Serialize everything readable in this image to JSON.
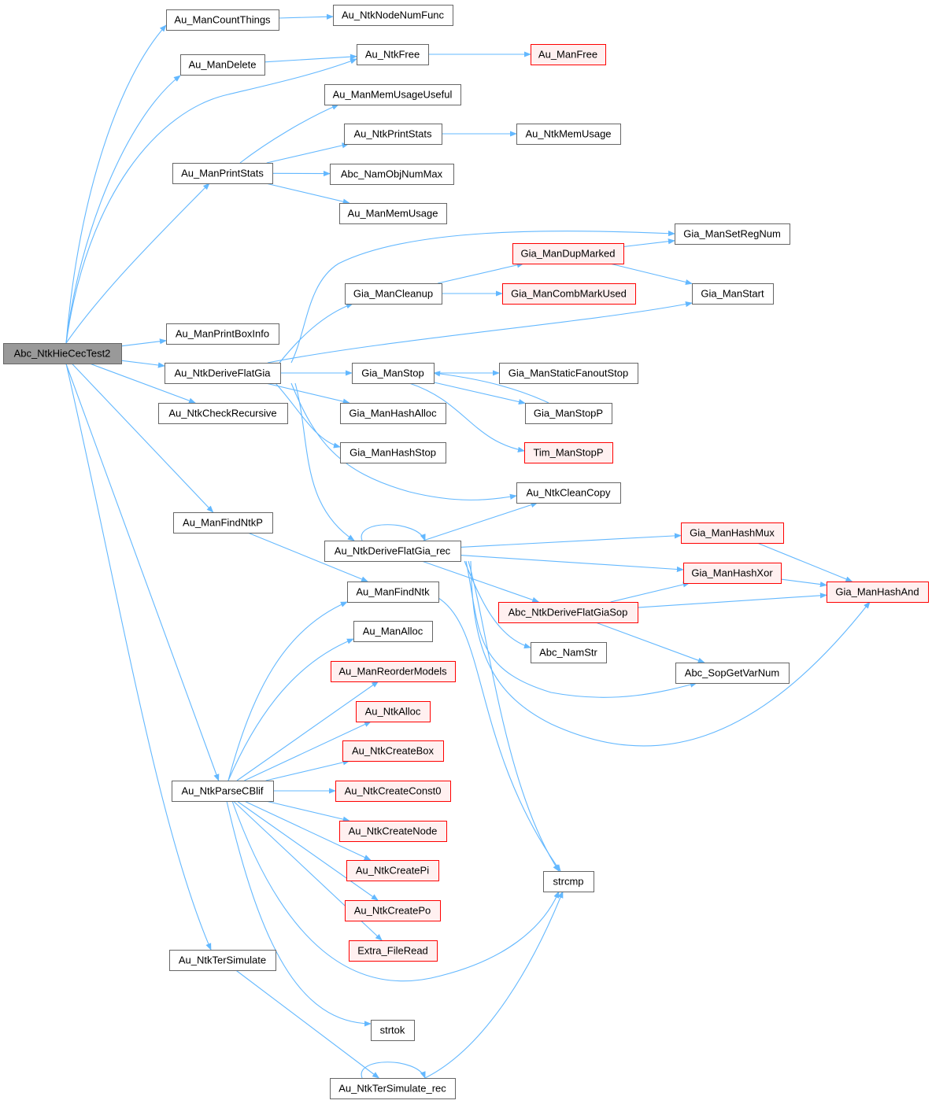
{
  "colors": {
    "edge": "#63b8ff",
    "normal_fill": "#ffffff",
    "normal_border": "#666666",
    "root_fill": "#999999",
    "root_border": "#666666",
    "red_fill": "#fff0f0",
    "red_border": "#ff0000"
  },
  "nodes": [
    {
      "id": "root",
      "label": "Abc_NtkHieCecTest2",
      "style": "root"
    },
    {
      "id": "countThings",
      "label": "Au_ManCountThings",
      "style": "normal"
    },
    {
      "id": "nodeNumFunc",
      "label": "Au_NtkNodeNumFunc",
      "style": "normal"
    },
    {
      "id": "manDelete",
      "label": "Au_ManDelete",
      "style": "normal"
    },
    {
      "id": "ntkFree",
      "label": "Au_NtkFree",
      "style": "normal"
    },
    {
      "id": "manFree",
      "label": "Au_ManFree",
      "style": "red"
    },
    {
      "id": "memUseful",
      "label": "Au_ManMemUsageUseful",
      "style": "normal"
    },
    {
      "id": "ntkPrintStats",
      "label": "Au_NtkPrintStats",
      "style": "normal"
    },
    {
      "id": "ntkMemUsage",
      "label": "Au_NtkMemUsage",
      "style": "normal"
    },
    {
      "id": "manPrintStats",
      "label": "Au_ManPrintStats",
      "style": "normal"
    },
    {
      "id": "namObjNumMax",
      "label": "Abc_NamObjNumMax",
      "style": "normal"
    },
    {
      "id": "manMemUsage",
      "label": "Au_ManMemUsage",
      "style": "normal"
    },
    {
      "id": "setRegNum",
      "label": "Gia_ManSetRegNum",
      "style": "normal"
    },
    {
      "id": "dupMarked",
      "label": "Gia_ManDupMarked",
      "style": "red"
    },
    {
      "id": "cleanup",
      "label": "Gia_ManCleanup",
      "style": "normal"
    },
    {
      "id": "combMarkUsed",
      "label": "Gia_ManCombMarkUsed",
      "style": "red"
    },
    {
      "id": "giaStart",
      "label": "Gia_ManStart",
      "style": "normal"
    },
    {
      "id": "printBoxInfo",
      "label": "Au_ManPrintBoxInfo",
      "style": "normal"
    },
    {
      "id": "deriveFlatGia",
      "label": "Au_NtkDeriveFlatGia",
      "style": "normal"
    },
    {
      "id": "giaStop",
      "label": "Gia_ManStop",
      "style": "normal"
    },
    {
      "id": "staticFanoutStop",
      "label": "Gia_ManStaticFanoutStop",
      "style": "normal"
    },
    {
      "id": "checkRecursive",
      "label": "Au_NtkCheckRecursive",
      "style": "normal"
    },
    {
      "id": "hashAlloc",
      "label": "Gia_ManHashAlloc",
      "style": "normal"
    },
    {
      "id": "stopP",
      "label": "Gia_ManStopP",
      "style": "normal"
    },
    {
      "id": "hashStop",
      "label": "Gia_ManHashStop",
      "style": "normal"
    },
    {
      "id": "timStopP",
      "label": "Tim_ManStopP",
      "style": "red"
    },
    {
      "id": "cleanCopy",
      "label": "Au_NtkCleanCopy",
      "style": "normal"
    },
    {
      "id": "findNtkP",
      "label": "Au_ManFindNtkP",
      "style": "normal"
    },
    {
      "id": "hashMux",
      "label": "Gia_ManHashMux",
      "style": "red"
    },
    {
      "id": "deriveRec",
      "label": "Au_NtkDeriveFlatGia_rec",
      "style": "normal"
    },
    {
      "id": "hashXor",
      "label": "Gia_ManHashXor",
      "style": "red"
    },
    {
      "id": "findNtk",
      "label": "Au_ManFindNtk",
      "style": "normal"
    },
    {
      "id": "hashAnd",
      "label": "Gia_ManHashAnd",
      "style": "red"
    },
    {
      "id": "deriveSop",
      "label": "Abc_NtkDeriveFlatGiaSop",
      "style": "red"
    },
    {
      "id": "manAlloc",
      "label": "Au_ManAlloc",
      "style": "normal"
    },
    {
      "id": "namStr",
      "label": "Abc_NamStr",
      "style": "normal"
    },
    {
      "id": "sopGetVarNum",
      "label": "Abc_SopGetVarNum",
      "style": "normal"
    },
    {
      "id": "reorderModels",
      "label": "Au_ManReorderModels",
      "style": "red"
    },
    {
      "id": "ntkAlloc",
      "label": "Au_NtkAlloc",
      "style": "red"
    },
    {
      "id": "createBox",
      "label": "Au_NtkCreateBox",
      "style": "red"
    },
    {
      "id": "parseCBlif",
      "label": "Au_NtkParseCBlif",
      "style": "normal"
    },
    {
      "id": "createConst0",
      "label": "Au_NtkCreateConst0",
      "style": "red"
    },
    {
      "id": "createNode",
      "label": "Au_NtkCreateNode",
      "style": "red"
    },
    {
      "id": "createPi",
      "label": "Au_NtkCreatePi",
      "style": "red"
    },
    {
      "id": "strcmp",
      "label": "strcmp",
      "style": "normal"
    },
    {
      "id": "createPo",
      "label": "Au_NtkCreatePo",
      "style": "red"
    },
    {
      "id": "extraFileRead",
      "label": "Extra_FileRead",
      "style": "red"
    },
    {
      "id": "terSimulate",
      "label": "Au_NtkTerSimulate",
      "style": "normal"
    },
    {
      "id": "strtok",
      "label": "strtok",
      "style": "normal"
    },
    {
      "id": "terSimulateRec",
      "label": "Au_NtkTerSimulate_rec",
      "style": "normal"
    }
  ]
}
